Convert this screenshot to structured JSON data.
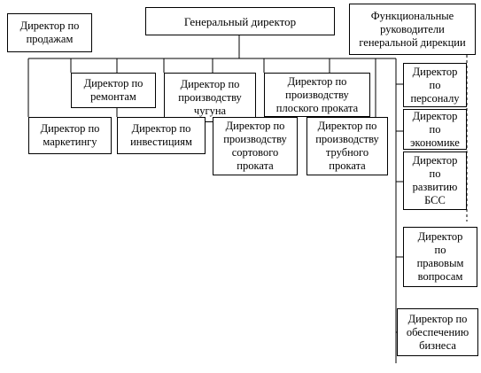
{
  "org_chart": {
    "general_director": "Генеральный директор",
    "sales_director": "Директор по\nпродажам",
    "functional_heads": "Функциональные\nруководители\nгенеральной дирекции",
    "repairs_director": "Директор по\nремонтам",
    "cast_iron_director": "Директор по\nпроизводству\nчугуна",
    "flat_steel_director": "Директор по\nпроизводству\nплоского проката",
    "marketing_director": "Директор по\nмаркетингу",
    "investments_director": "Директор по\nинвестициям",
    "section_steel_director": "Директор по\nпроизводству\nсортового\nпроката",
    "pipe_director": "Директор по\nпроизводству\nтрубного\nпроката",
    "personnel_director": "Директор\nпо\nперсоналу",
    "economics_director": "Директор\nпо\nэкономике",
    "bss_director": "Директор\nпо\nразвитию\nБСС",
    "legal_director": "Директор\nпо\nправовым\nвопросам",
    "business_support_director": "Директор по\nобеспечению\nбизнеса"
  }
}
